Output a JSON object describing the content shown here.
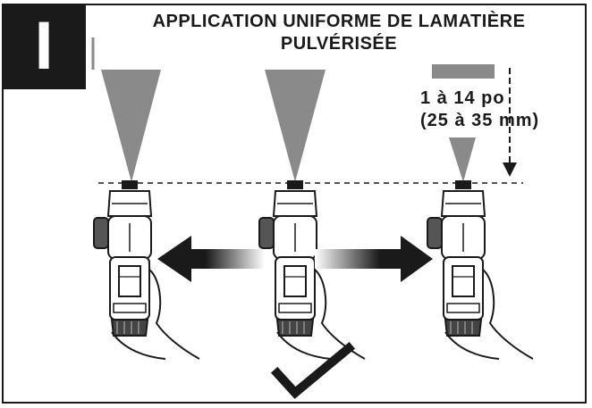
{
  "section_label": "I",
  "title": {
    "line1": "APPLICATION UNIFORME DE LAMATIÈRE",
    "line2": "PULVÉRISÉE"
  },
  "distance": {
    "line1": "1 à 14 po",
    "line2": "(25 à 35 mm)"
  },
  "icons": [
    "spray-gun-icon",
    "arrow-left-icon",
    "arrow-right-icon",
    "checkmark-icon"
  ],
  "colors": {
    "ink": "#1a1a1a",
    "spray": "#8a8a8a",
    "background": "#ffffff"
  }
}
